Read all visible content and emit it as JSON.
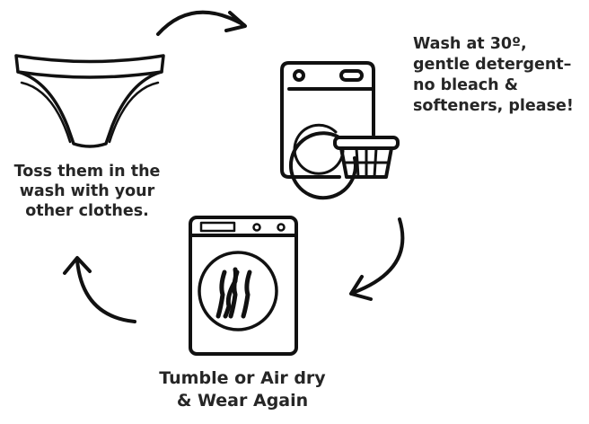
{
  "steps": {
    "toss": {
      "lines": [
        "Toss them in the",
        "wash with your",
        "other clothes."
      ],
      "icon": "underwear-icon"
    },
    "wash": {
      "lines": [
        "Wash at 30º,",
        "gentle detergent–",
        "no bleach &",
        "softeners, please!"
      ],
      "icon": "washing-machine-with-basket-icon"
    },
    "dry": {
      "lines": [
        "Tumble or Air dry",
        "& Wear Again"
      ],
      "icon": "tumble-dryer-icon"
    }
  },
  "colors": {
    "ink": "#111111",
    "text": "#262626",
    "background": "#ffffff"
  }
}
